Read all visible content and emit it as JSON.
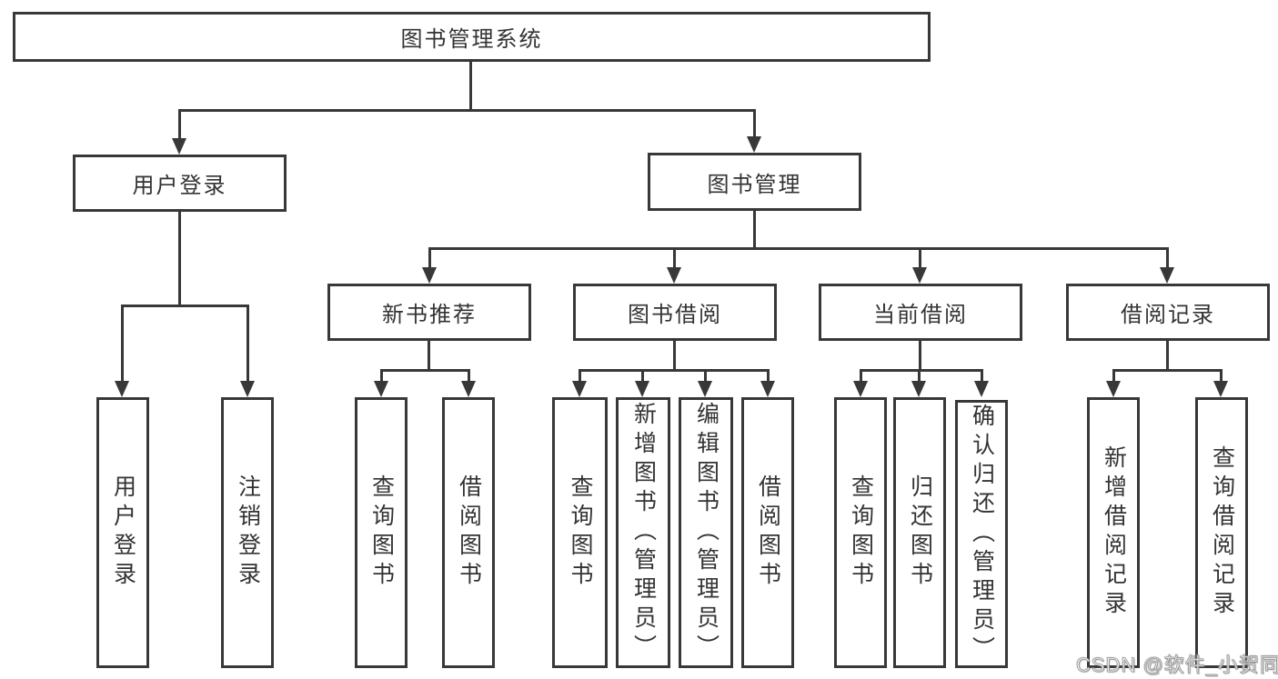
{
  "tree": {
    "root": {
      "label": "图书管理系统",
      "children": [
        {
          "label": "用户登录",
          "children": [
            {
              "label": "用户登录"
            },
            {
              "label": "注销登录"
            }
          ]
        },
        {
          "label": "图书管理",
          "children": [
            {
              "label": "新书推荐",
              "children": [
                {
                  "label": "查询图书"
                },
                {
                  "label": "借阅图书"
                }
              ]
            },
            {
              "label": "图书借阅",
              "children": [
                {
                  "label": "查询图书"
                },
                {
                  "label": "新增图书（管理员）"
                },
                {
                  "label": "编辑图书（管理员）"
                },
                {
                  "label": "借阅图书"
                }
              ]
            },
            {
              "label": "当前借阅",
              "children": [
                {
                  "label": "查询图书"
                },
                {
                  "label": "归还图书"
                },
                {
                  "label": "确认归还（管理员）"
                }
              ]
            },
            {
              "label": "借阅记录",
              "children": [
                {
                  "label": "新增借阅记录"
                },
                {
                  "label": "查询借阅记录"
                }
              ]
            }
          ]
        }
      ]
    }
  },
  "watermark": {
    "text": "CSDN @软件_小贺同学"
  },
  "colors": {
    "line": "#383838",
    "text": "#333333",
    "background": "#ffffff",
    "watermark_fill": "#ffffff",
    "watermark_outline": "#8c8c8c"
  }
}
